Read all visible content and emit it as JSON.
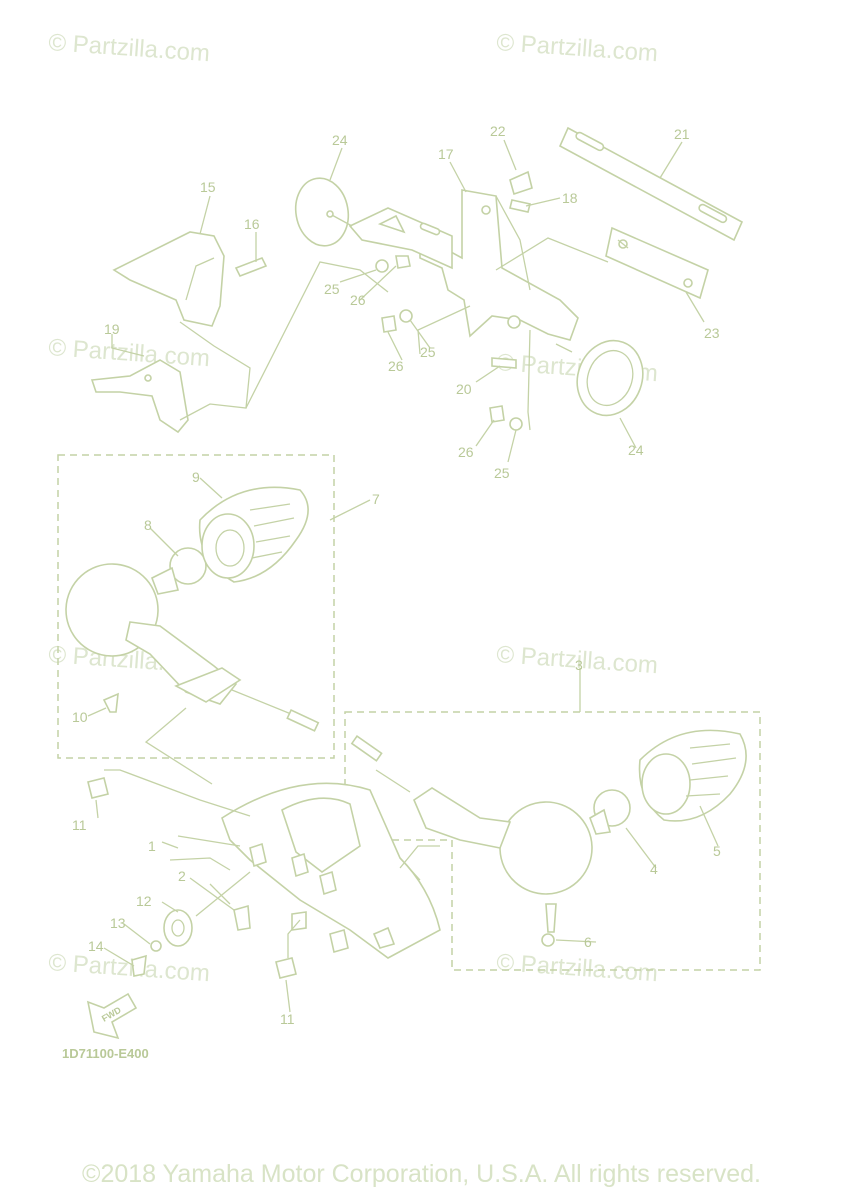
{
  "watermark": {
    "text": "© Partzilla.com"
  },
  "diagram_code": "1D71100-E400",
  "fwd_label": "FWD",
  "copyright": "©2018 Yamaha Motor Corporation, U.S.A. All rights reserved.",
  "callouts": {
    "c1": "1",
    "c2": "2",
    "c3": "3",
    "c4": "4",
    "c5": "5",
    "c6": "6",
    "c7": "7",
    "c8": "8",
    "c9": "9",
    "c10": "10",
    "c11a": "11",
    "c11b": "11",
    "c12": "12",
    "c13": "13",
    "c14": "14",
    "c15": "15",
    "c16": "16",
    "c17": "17",
    "c18": "18",
    "c19": "19",
    "c20": "20",
    "c21": "21",
    "c22": "22",
    "c23": "23",
    "c24a": "24",
    "c24b": "24",
    "c25a": "25",
    "c25b": "25",
    "c25c": "25",
    "c26a": "26",
    "c26b": "26",
    "c26c": "26"
  },
  "colors": {
    "line": "#c4d2a6",
    "label": "#b9c998",
    "watermark": "#dde6cf"
  }
}
